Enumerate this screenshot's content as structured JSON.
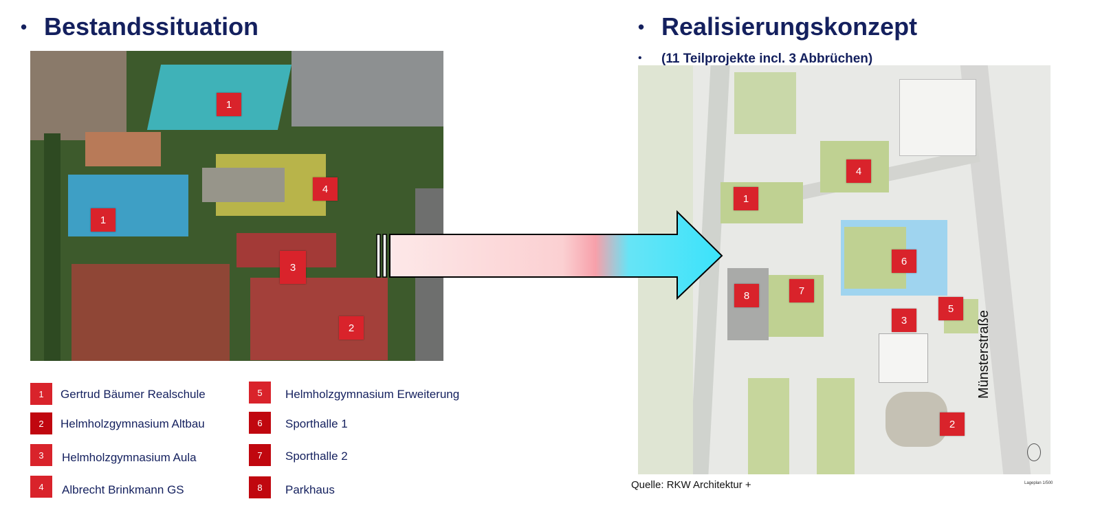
{
  "left": {
    "bullet": "•",
    "title": "Bestandssituation"
  },
  "right": {
    "bullet": "•",
    "title": "Realisierungskonzept",
    "sub_bullet": "•",
    "subtitle": "(11 Teilprojekte incl. 3 Abbrüchen)",
    "street": "Münsterstraße",
    "source": "Quelle: RKW Architektur +",
    "plan_label": "Lageplan 1/500"
  },
  "aerial_markers": [
    "1",
    "1",
    "4",
    "3",
    "2"
  ],
  "plan_markers": [
    "1",
    "4",
    "6",
    "8",
    "7",
    "3",
    "5",
    "2"
  ],
  "legend": [
    {
      "num": "1",
      "label": "Gertrud Bäumer Realschule",
      "color": "#d9232b"
    },
    {
      "num": "2",
      "label": "Helmholzgymnasium Altbau",
      "color": "#c0070f"
    },
    {
      "num": "3",
      "label": "Helmholzgymnasium Aula",
      "color": "#d9232b"
    },
    {
      "num": "4",
      "label": "Albrecht Brinkmann GS",
      "color": "#d9232b"
    },
    {
      "num": "5",
      "label": "Helmholzgymnasium Erweiterung",
      "color": "#d9232b"
    },
    {
      "num": "6",
      "label": "Sporthalle 1",
      "color": "#c0070f"
    },
    {
      "num": "7",
      "label": "Sporthalle 2",
      "color": "#c0070f"
    },
    {
      "num": "8",
      "label": "Parkhaus",
      "color": "#c0070f"
    }
  ]
}
